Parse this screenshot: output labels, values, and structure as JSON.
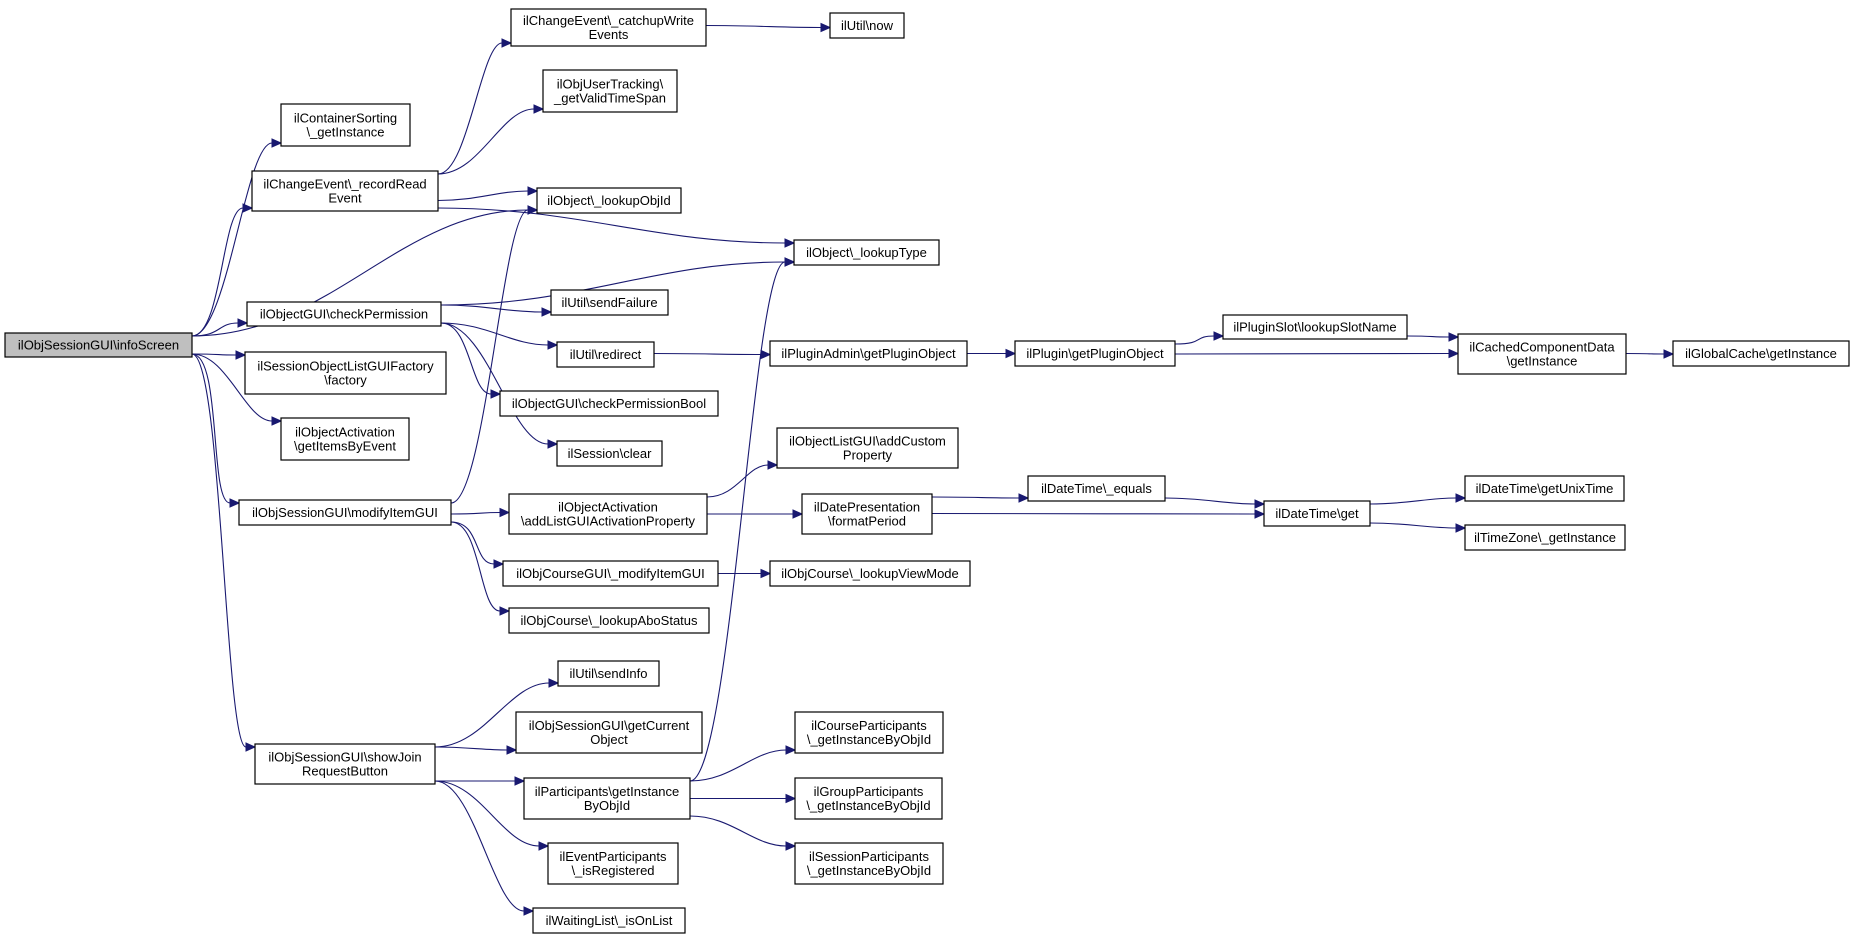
{
  "diagram": {
    "root": "n0",
    "nodes": [
      {
        "id": "n0",
        "lines": [
          "ilObjSessionGUI\\infoScreen"
        ]
      },
      {
        "id": "n1",
        "lines": [
          "ilContainerSorting",
          "\\_getInstance"
        ]
      },
      {
        "id": "n2",
        "lines": [
          "ilChangeEvent\\_recordRead",
          "Event"
        ]
      },
      {
        "id": "n3",
        "lines": [
          "ilObject\\_lookupObjId"
        ]
      },
      {
        "id": "n4",
        "lines": [
          "ilObjectGUI\\checkPermission"
        ]
      },
      {
        "id": "n5",
        "lines": [
          "ilSessionObjectListGUIFactory",
          "\\factory"
        ]
      },
      {
        "id": "n6",
        "lines": [
          "ilObjectActivation",
          "\\getItemsByEvent"
        ]
      },
      {
        "id": "n7",
        "lines": [
          "ilObjSessionGUI\\modifyItemGUI"
        ]
      },
      {
        "id": "n8",
        "lines": [
          "ilObjSessionGUI\\showJoin",
          "RequestButton"
        ]
      },
      {
        "id": "n9",
        "lines": [
          "ilChangeEvent\\_catchupWrite",
          "Events"
        ]
      },
      {
        "id": "n10",
        "lines": [
          "ilObjUserTracking\\",
          "_getValidTimeSpan"
        ]
      },
      {
        "id": "n11",
        "lines": [
          "ilObject\\_lookupType"
        ]
      },
      {
        "id": "n12",
        "lines": [
          "ilUtil\\now"
        ]
      },
      {
        "id": "n13",
        "lines": [
          "ilUtil\\sendFailure"
        ]
      },
      {
        "id": "n14",
        "lines": [
          "ilUtil\\redirect"
        ]
      },
      {
        "id": "n15",
        "lines": [
          "ilObjectGUI\\checkPermissionBool"
        ]
      },
      {
        "id": "n16",
        "lines": [
          "ilSession\\clear"
        ]
      },
      {
        "id": "n17",
        "lines": [
          "ilPluginAdmin\\getPluginObject"
        ]
      },
      {
        "id": "n18",
        "lines": [
          "ilPlugin\\getPluginObject"
        ]
      },
      {
        "id": "n19",
        "lines": [
          "ilPluginSlot\\lookupSlotName"
        ]
      },
      {
        "id": "n20",
        "lines": [
          "ilCachedComponentData",
          "\\getInstance"
        ]
      },
      {
        "id": "n21",
        "lines": [
          "ilGlobalCache\\getInstance"
        ]
      },
      {
        "id": "n22",
        "lines": [
          "ilObjectActivation",
          "\\addListGUIActivationProperty"
        ]
      },
      {
        "id": "n23",
        "lines": [
          "ilObjCourseGUI\\_modifyItemGUI"
        ]
      },
      {
        "id": "n24",
        "lines": [
          "ilObjCourse\\_lookupAboStatus"
        ]
      },
      {
        "id": "n25",
        "lines": [
          "ilObjectListGUI\\addCustom",
          "Property"
        ]
      },
      {
        "id": "n26",
        "lines": [
          "ilDatePresentation",
          "\\formatPeriod"
        ]
      },
      {
        "id": "n27",
        "lines": [
          "ilObjCourse\\_lookupViewMode"
        ]
      },
      {
        "id": "n28",
        "lines": [
          "ilDateTime\\_equals"
        ]
      },
      {
        "id": "n29",
        "lines": [
          "ilDateTime\\get"
        ]
      },
      {
        "id": "n30",
        "lines": [
          "ilDateTime\\getUnixTime"
        ]
      },
      {
        "id": "n31",
        "lines": [
          "ilTimeZone\\_getInstance"
        ]
      },
      {
        "id": "n32",
        "lines": [
          "ilUtil\\sendInfo"
        ]
      },
      {
        "id": "n33",
        "lines": [
          "ilObjSessionGUI\\getCurrent",
          "Object"
        ]
      },
      {
        "id": "n34",
        "lines": [
          "ilParticipants\\getInstance",
          "ByObjId"
        ]
      },
      {
        "id": "n35",
        "lines": [
          "ilEventParticipants",
          "\\_isRegistered"
        ]
      },
      {
        "id": "n36",
        "lines": [
          "ilWaitingList\\_isOnList"
        ]
      },
      {
        "id": "n37",
        "lines": [
          "ilCourseParticipants",
          "\\_getInstanceByObjId"
        ]
      },
      {
        "id": "n38",
        "lines": [
          "ilGroupParticipants",
          "\\_getInstanceByObjId"
        ]
      },
      {
        "id": "n39",
        "lines": [
          "ilSessionParticipants",
          "\\_getInstanceByObjId"
        ]
      }
    ],
    "edges": [
      [
        "n0",
        "n1"
      ],
      [
        "n0",
        "n2"
      ],
      [
        "n0",
        "n3"
      ],
      [
        "n0",
        "n4"
      ],
      [
        "n0",
        "n5"
      ],
      [
        "n0",
        "n6"
      ],
      [
        "n0",
        "n7"
      ],
      [
        "n0",
        "n8"
      ],
      [
        "n2",
        "n9"
      ],
      [
        "n2",
        "n10"
      ],
      [
        "n2",
        "n11"
      ],
      [
        "n2",
        "n3"
      ],
      [
        "n9",
        "n12"
      ],
      [
        "n4",
        "n11"
      ],
      [
        "n4",
        "n13"
      ],
      [
        "n4",
        "n14"
      ],
      [
        "n4",
        "n15"
      ],
      [
        "n4",
        "n16"
      ],
      [
        "n14",
        "n17"
      ],
      [
        "n17",
        "n18"
      ],
      [
        "n18",
        "n19"
      ],
      [
        "n18",
        "n20"
      ],
      [
        "n19",
        "n20"
      ],
      [
        "n20",
        "n21"
      ],
      [
        "n7",
        "n3"
      ],
      [
        "n7",
        "n22"
      ],
      [
        "n7",
        "n23"
      ],
      [
        "n7",
        "n24"
      ],
      [
        "n22",
        "n25"
      ],
      [
        "n22",
        "n26"
      ],
      [
        "n23",
        "n27"
      ],
      [
        "n26",
        "n28"
      ],
      [
        "n26",
        "n29"
      ],
      [
        "n28",
        "n29"
      ],
      [
        "n29",
        "n30"
      ],
      [
        "n29",
        "n31"
      ],
      [
        "n8",
        "n32"
      ],
      [
        "n8",
        "n33"
      ],
      [
        "n8",
        "n34"
      ],
      [
        "n8",
        "n35"
      ],
      [
        "n8",
        "n36"
      ],
      [
        "n34",
        "n11"
      ],
      [
        "n34",
        "n37"
      ],
      [
        "n34",
        "n38"
      ],
      [
        "n34",
        "n39"
      ]
    ]
  },
  "colors": {
    "edge": "#191970",
    "root_fill": "#bfbfbf",
    "node_fill": "#ffffff",
    "node_stroke": "#000000"
  }
}
